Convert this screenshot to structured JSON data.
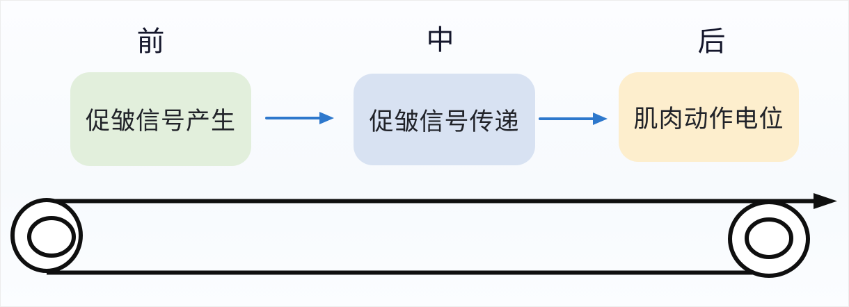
{
  "diagram": {
    "title_hint": "three-stage conveyor flow diagram",
    "stage_labels": [
      {
        "text": "前"
      },
      {
        "text": "中"
      },
      {
        "text": "后"
      }
    ],
    "boxes": [
      {
        "label": "促皱信号产生",
        "fill": "#e2efdc"
      },
      {
        "label": "促皱信号传递",
        "fill": "#d8e2f2"
      },
      {
        "label": "肌肉动作电位",
        "fill": "#fdeecd"
      }
    ],
    "colors": {
      "arrow_blue": "#2e78cc",
      "belt_black": "#0f0f0f",
      "label_text": "#14162b",
      "box_text": "#212329",
      "roller_fill": "#ffffff"
    }
  }
}
